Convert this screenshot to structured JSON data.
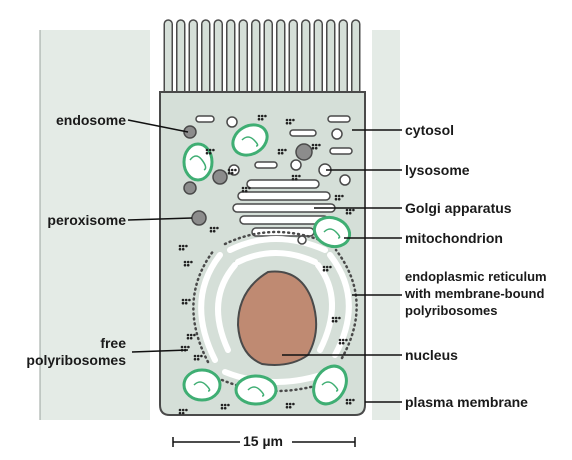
{
  "diagram": {
    "labels": {
      "endosome": "endosome",
      "peroxisome": "peroxisome",
      "free_polyribosomes": "free\npolyribosomes",
      "cytosol": "cytosol",
      "lysosome": "lysosome",
      "golgi": "Golgi apparatus",
      "mitochondrion": "mitochondrion",
      "er": "endoplasmic reticulum\nwith membrane-bound\npolyribosomes",
      "nucleus": "nucleus",
      "plasma_membrane": "plasma membrane"
    },
    "scale_bar": "15 µm",
    "colors": {
      "cell_fill": "#d5dfd8",
      "outline": "#4a4a4a",
      "nucleus": "#bf8a72",
      "mitochondria_outline": "#3fae73",
      "vesicle": "#ffffff",
      "gray_organelle": "#8c8c8c",
      "leader_line": "#111111"
    }
  }
}
